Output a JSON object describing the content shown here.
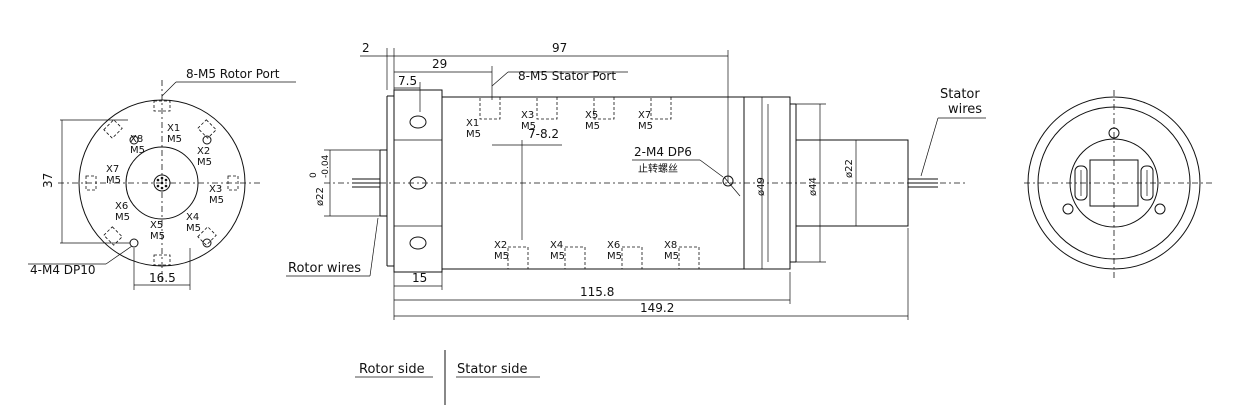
{
  "front_view": {
    "rotor_port_label": "8-M5 Rotor Port",
    "height_dim": "37",
    "bottom_dim": "16.5",
    "holes_label": "4-M4 DP10",
    "ports": [
      {
        "id": "X1",
        "thread": "M5"
      },
      {
        "id": "X2",
        "thread": "M5"
      },
      {
        "id": "X3",
        "thread": "M5"
      },
      {
        "id": "X4",
        "thread": "M5"
      },
      {
        "id": "X5",
        "thread": "M5"
      },
      {
        "id": "X6",
        "thread": "M5"
      },
      {
        "id": "X7",
        "thread": "M5"
      },
      {
        "id": "X8",
        "thread": "M5"
      }
    ]
  },
  "side_view": {
    "dim_2": "2",
    "dim_97": "97",
    "dim_29": "29",
    "dim_7_5": "7.5",
    "stator_port_label": "8-M5 Stator Port",
    "dim_7_8_2": "7-8.2",
    "dim_shaft": "ø22",
    "dim_shaft_tol_upper": "0",
    "dim_shaft_tol_lower": "-0.04",
    "dim_15": "15",
    "dim_115_8": "115.8",
    "dim_149_2": "149.2",
    "dim_49": "ø49",
    "dim_44": "ø44",
    "dim_22": "ø22",
    "holes_label": "2-M4 DP6",
    "holes_note": "止转螺丝",
    "rotor_wires": "Rotor wires",
    "stator_wires_1": "Stator",
    "stator_wires_2": "wires",
    "top_ports": [
      {
        "id": "X1",
        "thread": "M5"
      },
      {
        "id": "X3",
        "thread": "M5"
      },
      {
        "id": "X5",
        "thread": "M5"
      },
      {
        "id": "X7",
        "thread": "M5"
      }
    ],
    "bottom_ports": [
      {
        "id": "X2",
        "thread": "M5"
      },
      {
        "id": "X4",
        "thread": "M5"
      },
      {
        "id": "X6",
        "thread": "M5"
      },
      {
        "id": "X8",
        "thread": "M5"
      }
    ]
  },
  "legend": {
    "rotor_side": "Rotor side",
    "stator_side": "Stator side"
  }
}
